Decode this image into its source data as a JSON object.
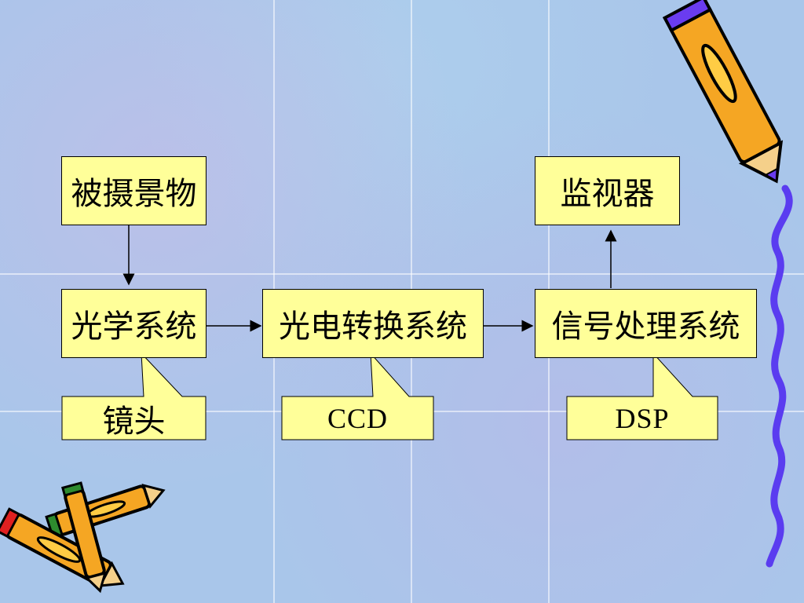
{
  "diagram": {
    "nodes": {
      "subject": "被摄景物",
      "optical": "光学系统",
      "photoelectric": "光电转换系统",
      "signal": "信号处理系统",
      "monitor": "监视器"
    },
    "callouts": {
      "lens": "镜头",
      "ccd": "CCD",
      "dsp": "DSP"
    },
    "colors": {
      "box_fill": "#ffff99",
      "background": "#a9c6ea",
      "pencil_body": "#f5a623",
      "squiggle": "#5a3cf0"
    },
    "decorations": [
      "pencil-icon",
      "pencils-pair-icon",
      "squiggle-line"
    ]
  }
}
